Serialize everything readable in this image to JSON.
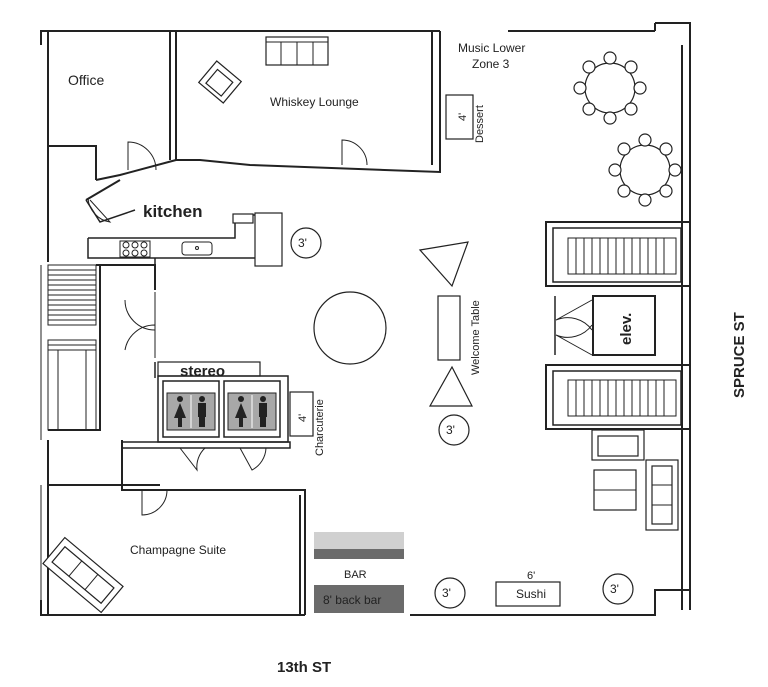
{
  "rooms": {
    "office": "Office",
    "whiskey_lounge": "Whiskey Lounge",
    "music_lower_line1": "Music Lower",
    "music_lower_line2": "Zone 3",
    "kitchen": "kitchen",
    "stereo": "stereo",
    "champagne_suite": "Champagne Suite",
    "elevator": "elev."
  },
  "stations": {
    "dessert_size": "4'",
    "dessert": "Dessert",
    "charcuterie_size": "4'",
    "charcuterie": "Charcuterie",
    "welcome_table": "Welcome Table",
    "bar": "BAR",
    "back_bar": "8' back bar",
    "sushi_size": "6'",
    "sushi": "Sushi"
  },
  "round_tables": [
    "3'",
    "3'",
    "3'",
    "3'"
  ],
  "streets": {
    "bottom": "13th ST",
    "right": "SPRUCE ST"
  },
  "colors": {
    "bar_light": "#d0d0d0",
    "bar_dark": "#6b6b6b",
    "restroom_fill": "#a8a8a8",
    "wall": "#222222"
  }
}
